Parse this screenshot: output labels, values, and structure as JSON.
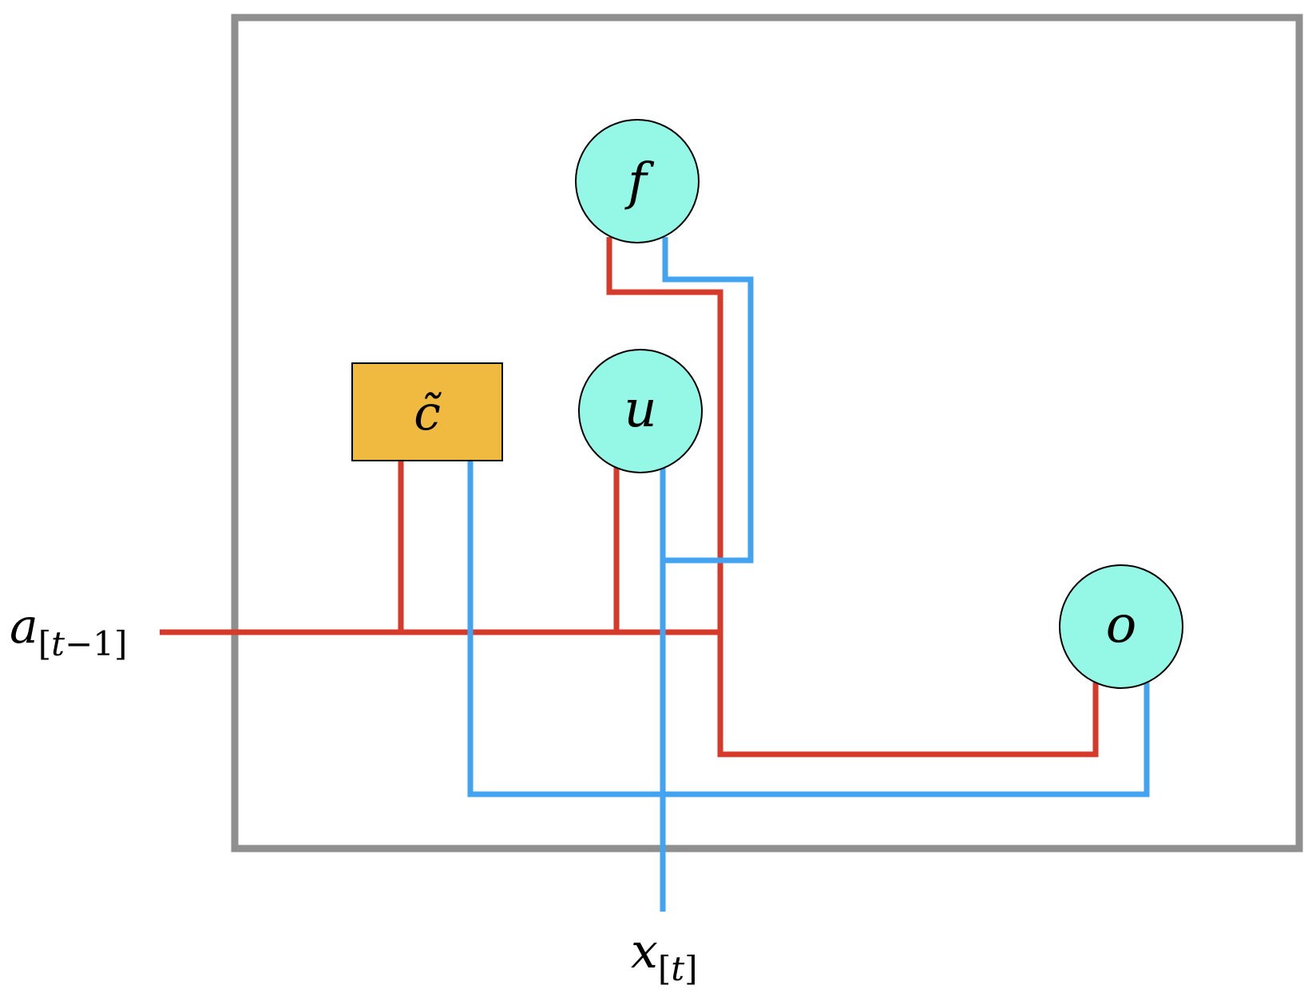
{
  "colors": {
    "frame": "#8f8f8f",
    "hidden_path": "#d63a2a",
    "input_path": "#42a4f0",
    "gate_fill": "#95f7e5",
    "candidate_fill": "#f0b940",
    "outline": "#000000"
  },
  "nodes": {
    "forget_gate": {
      "label": "f",
      "shape": "circle"
    },
    "update_gate": {
      "label": "u",
      "shape": "circle"
    },
    "output_gate": {
      "label": "o",
      "shape": "circle"
    },
    "candidate": {
      "label": "c̃",
      "shape": "rectangle"
    }
  },
  "inputs": {
    "hidden_prev": {
      "base": "a",
      "sub_open": "[",
      "sub_var": "t",
      "sub_rest": "−1]"
    },
    "x_input": {
      "base": "x",
      "sub_open": "[",
      "sub_var": "t",
      "sub_rest": "]"
    }
  }
}
